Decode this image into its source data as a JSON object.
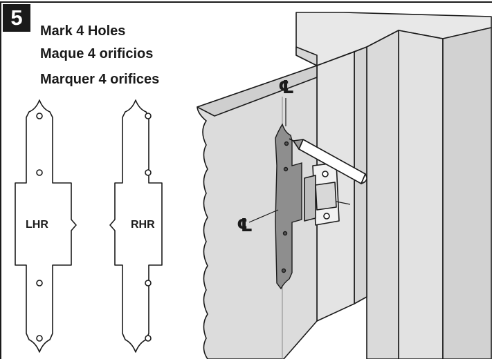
{
  "step": {
    "number": "5"
  },
  "titles": {
    "en": "Mark 4 Holes",
    "es": "Maque 4 orificios",
    "fr": "Marquer 4 orifices"
  },
  "templates": {
    "left_label": "LHR",
    "right_label": "RHR"
  },
  "centerline_symbol": "℄",
  "colors": {
    "ink": "#1a1a1a",
    "wall": "#dcdcdc",
    "wall_dark": "#c9c9c9",
    "plate": "#8e8e8e"
  }
}
